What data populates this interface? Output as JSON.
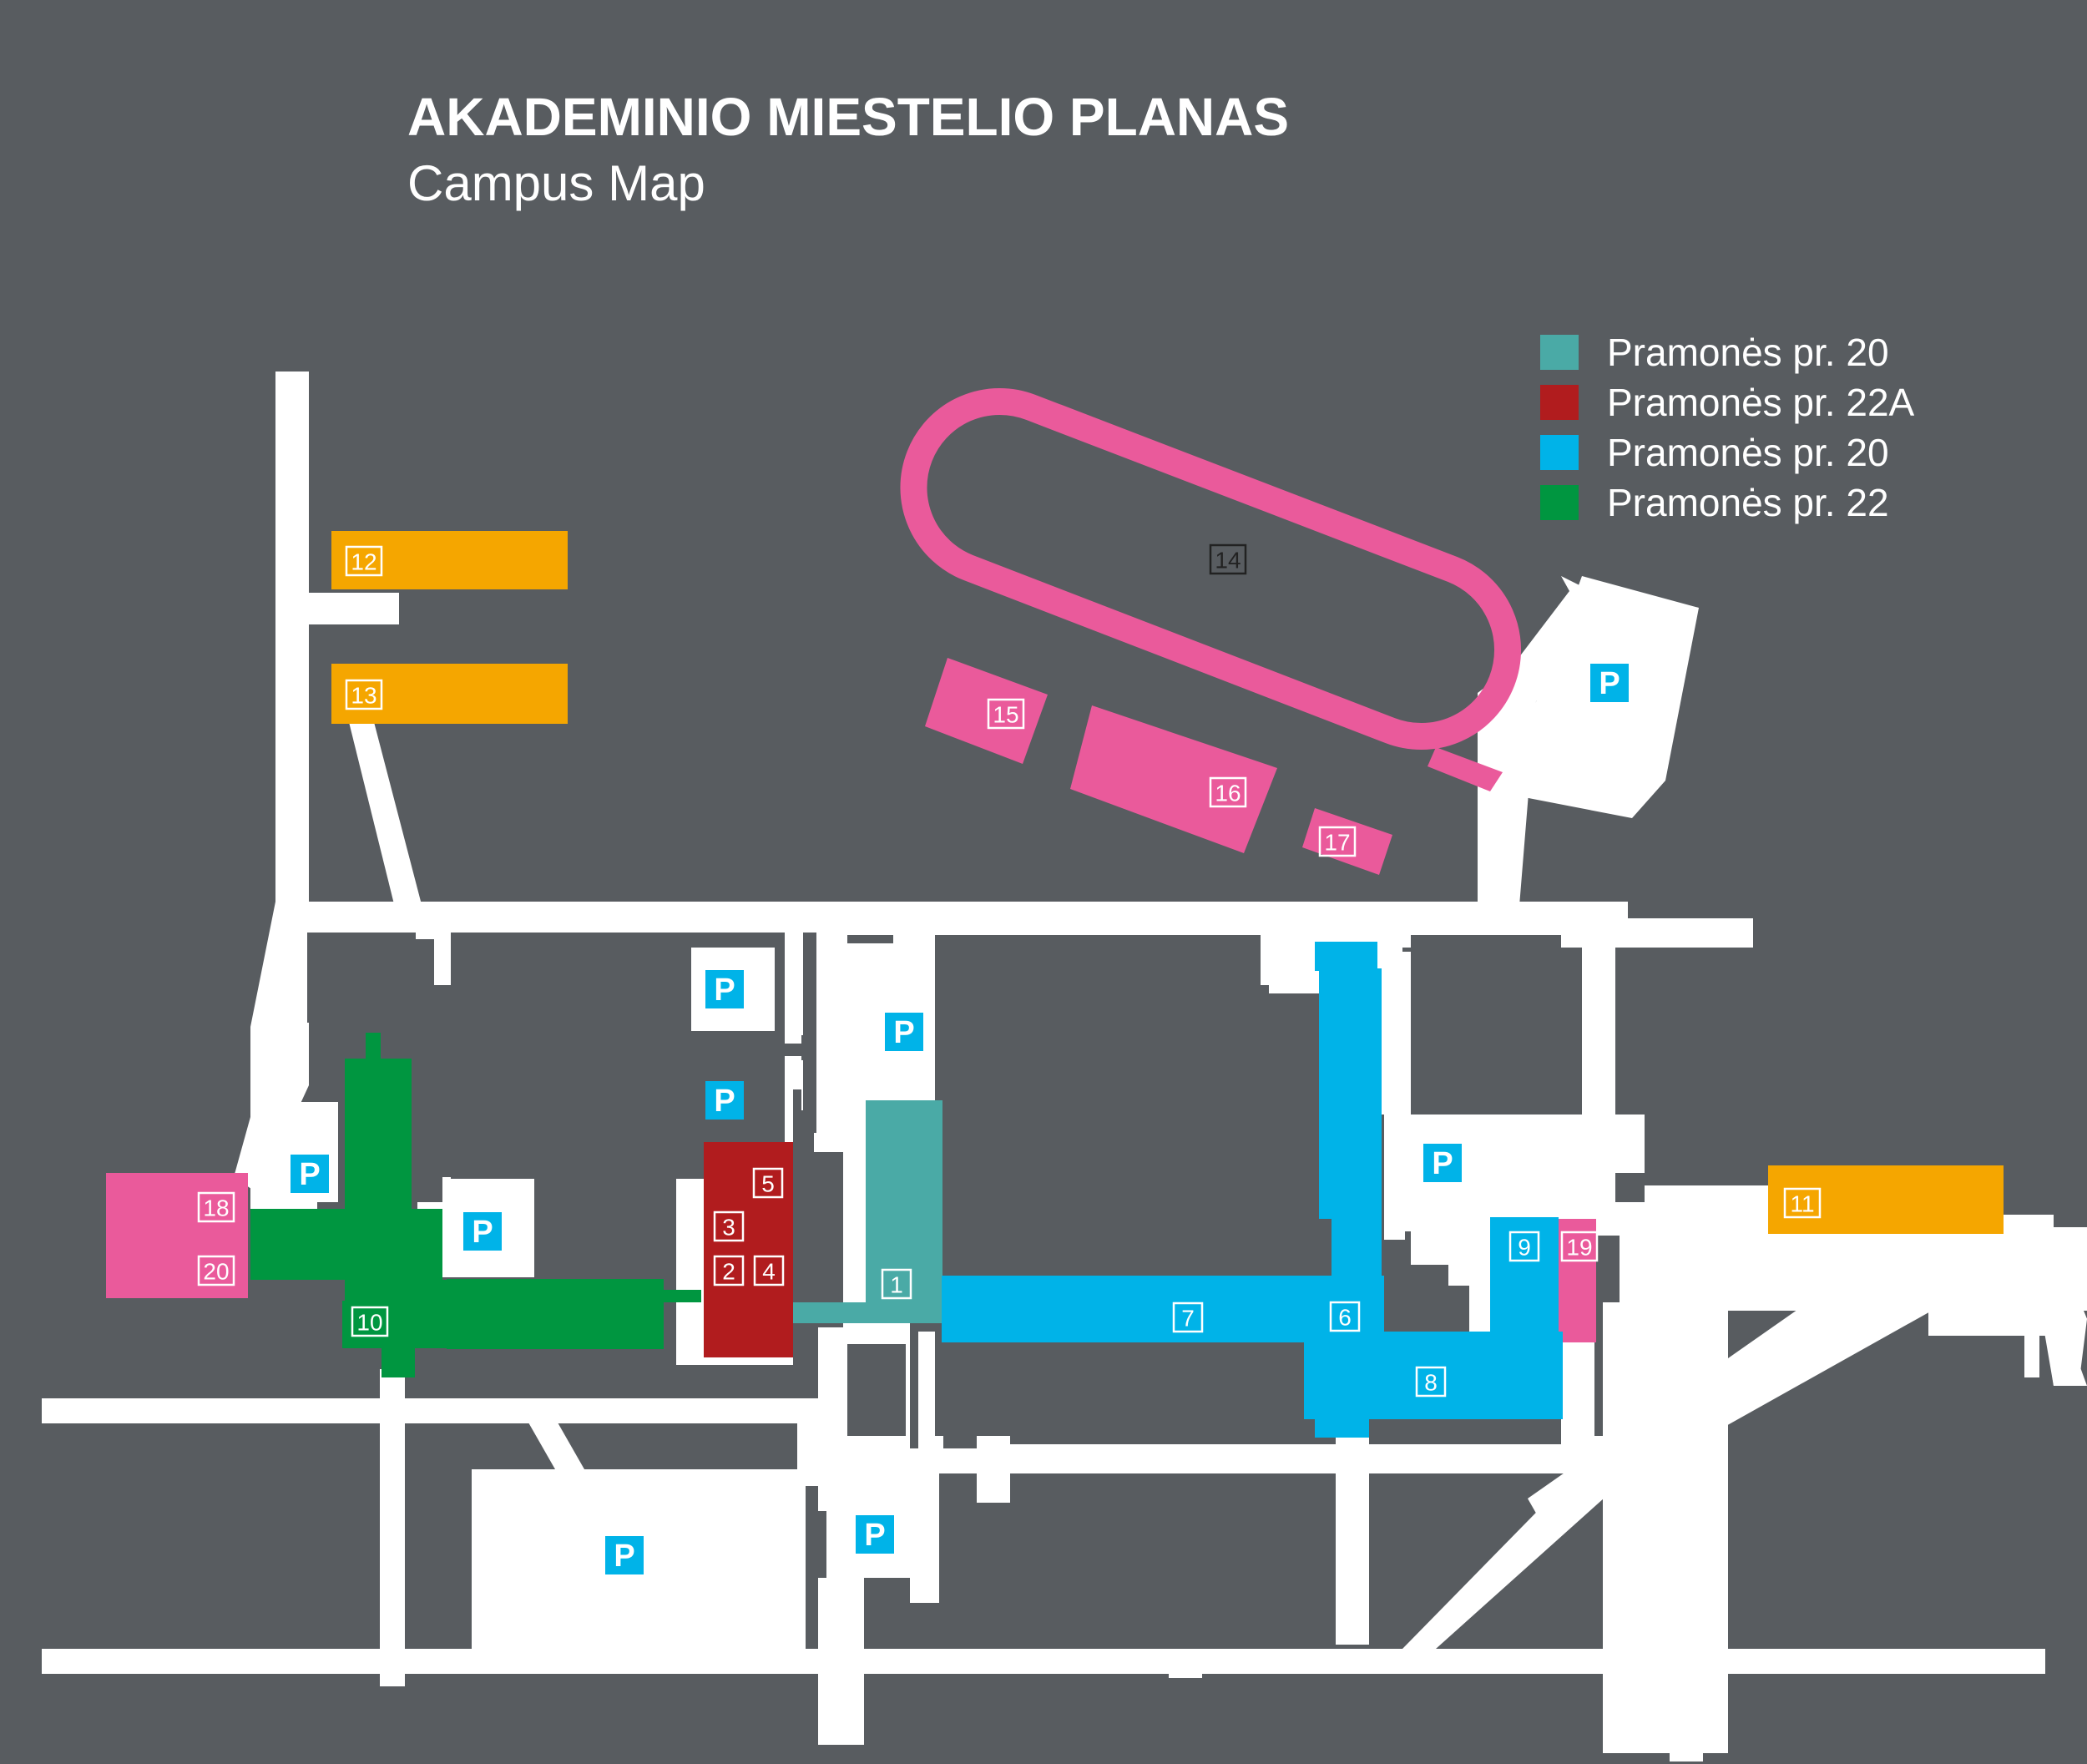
{
  "title": {
    "main": "AKADEMINIO MIESTELIO PLANAS",
    "sub": "Campus Map"
  },
  "legend": [
    {
      "label": "Pramonės pr. 20",
      "color": "#4aaaa6"
    },
    {
      "label": "Pramonės pr. 22A",
      "color": "#b11c1e"
    },
    {
      "label": "Pramonės pr. 20",
      "color": "#00b3e8"
    },
    {
      "label": "Pramonės pr. 22",
      "color": "#009640"
    }
  ],
  "colors": {
    "background": "#585c60",
    "road": "#ffffff",
    "orange_buildings": "#f5a600",
    "pink_buildings": "#ea5a9b",
    "parking": "#00b3e8"
  },
  "buildings": [
    {
      "number": "1"
    },
    {
      "number": "2"
    },
    {
      "number": "3"
    },
    {
      "number": "4"
    },
    {
      "number": "5"
    },
    {
      "number": "6"
    },
    {
      "number": "7"
    },
    {
      "number": "8"
    },
    {
      "number": "9"
    },
    {
      "number": "10"
    },
    {
      "number": "11"
    },
    {
      "number": "12"
    },
    {
      "number": "13"
    },
    {
      "number": "14"
    },
    {
      "number": "15"
    },
    {
      "number": "16"
    },
    {
      "number": "17"
    },
    {
      "number": "18"
    },
    {
      "number": "19"
    },
    {
      "number": "20"
    }
  ],
  "parking_label": "P",
  "parking_count": 9
}
